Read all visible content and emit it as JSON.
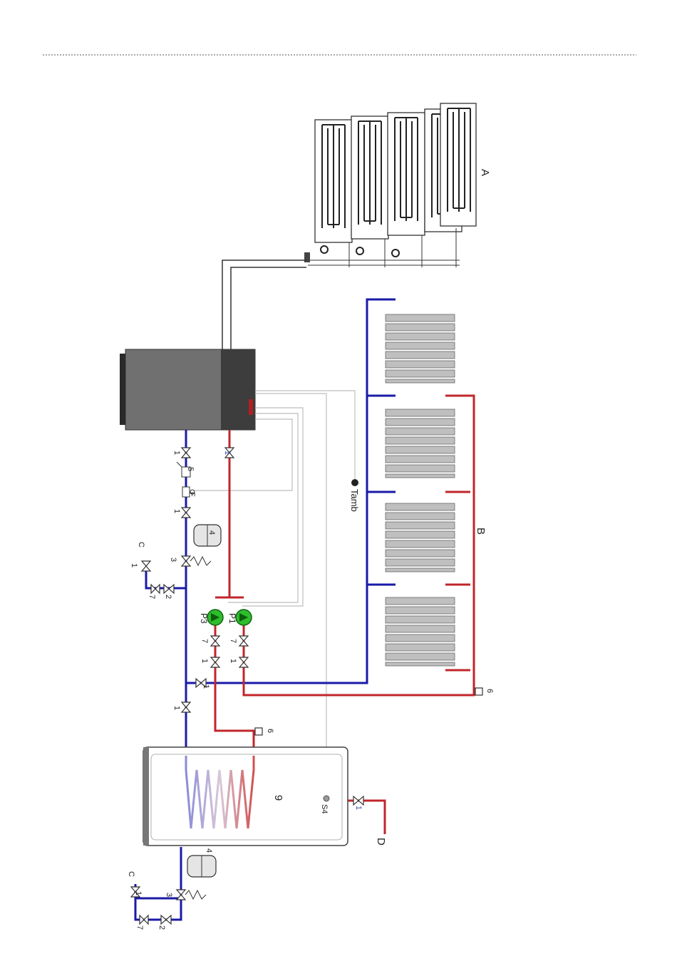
{
  "colors": {
    "cold": "#1a1aa8",
    "hot": "#c0262b",
    "sensor": "#bdbdbd",
    "radiator": "#bfbfbf",
    "pump": "#2dbd2d",
    "unit_body": "#6f6f6f",
    "unit_panel": "#3d3d3d"
  },
  "labels": {
    "collectors": "A",
    "radiators": "B",
    "tamb": "Tamb",
    "tank": "9",
    "sensor_s4": "S4",
    "cold_inlet_top": "C",
    "cold_inlet_bottom": "C",
    "hot_outlet": "D",
    "filter": "F",
    "pump_p1": "P1",
    "pump_p3": "P3",
    "n1": "1",
    "n2": "2",
    "n3": "3",
    "n4": "4",
    "n5": "5",
    "n6": "6",
    "n7": "7"
  }
}
